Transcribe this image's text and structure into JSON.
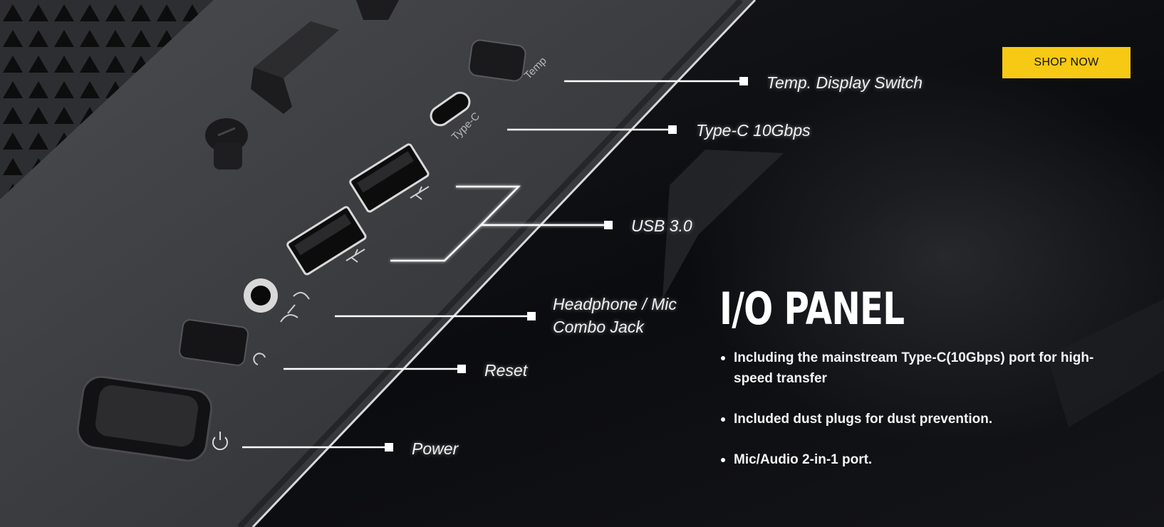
{
  "header": {
    "shop_now_label": "SHOP NOW"
  },
  "colors": {
    "accent": "#f6c915",
    "background": "#0d0e11",
    "panel": "#3a3b3e",
    "text": "#ffffff"
  },
  "callouts": {
    "temp": "Temp. Display Switch",
    "typec": "Type-C 10Gbps",
    "usb": "USB 3.0",
    "jack_line1": "Headphone / Mic",
    "jack_line2": "Combo Jack",
    "reset": "Reset",
    "power": "Power"
  },
  "port_labels": {
    "temp": "Temp",
    "typec": "Type-C"
  },
  "panel": {
    "title": "I/O PANEL",
    "features": [
      "Including the mainstream Type-C(10Gbps) port for high-speed transfer",
      "Included dust plugs for dust prevention.",
      "Mic/Audio 2-in-1 port."
    ]
  },
  "icons": [
    "usb-icon",
    "mic-headphone-icon",
    "reset-icon",
    "power-icon"
  ]
}
